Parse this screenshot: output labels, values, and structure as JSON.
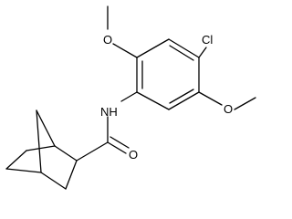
{
  "diagram": {
    "type": "chemical-structure",
    "atom_labels": {
      "methoxy_top_oxygen": "O",
      "methoxy_right_oxygen": "O",
      "chlorine": "Cl",
      "amide_nitrogen": "NH",
      "carbonyl_oxygen": "O"
    },
    "colors": {
      "bonds": "#000000",
      "labels": "#000000",
      "background": "#ffffff"
    }
  }
}
